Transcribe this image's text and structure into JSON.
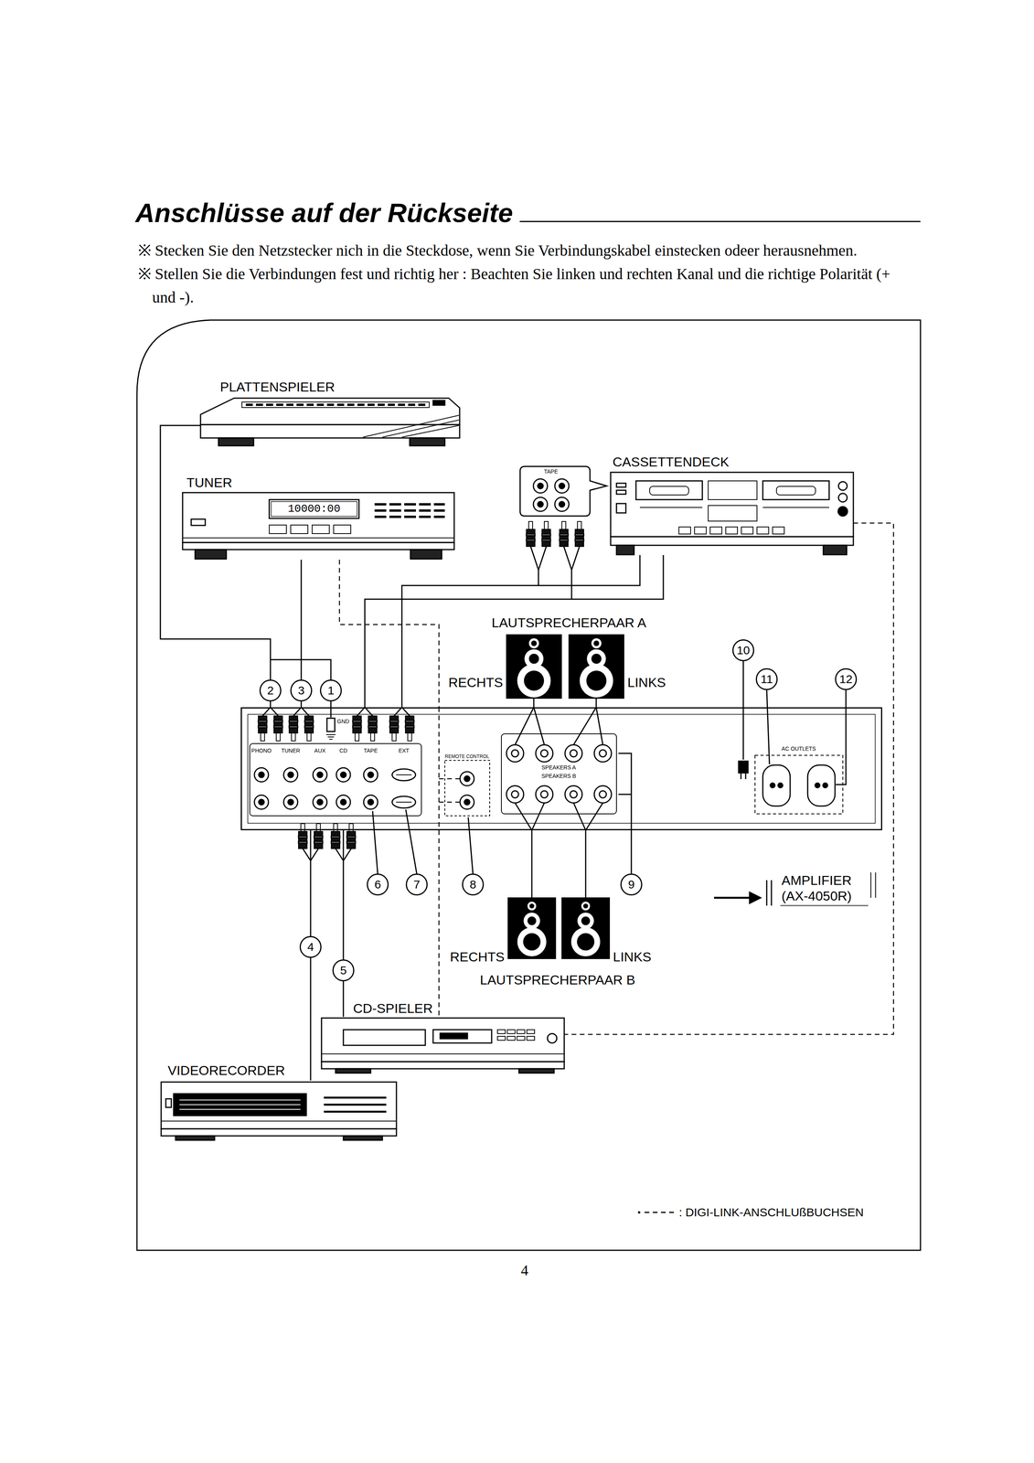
{
  "diagram": {
    "title": "Anschlüsse auf der Rückseite",
    "nodes": [
      {
        "text": [
          "PLATTENSPIELER"
        ]
      },
      {
        "text": [
          "TUNER"
        ]
      },
      {
        "text": [
          "CASSETTENDECK"
        ]
      },
      {
        "text": [
          "RECHTS"
        ]
      },
      {
        "text": [
          "LINKS"
        ]
      },
      {
        "text": [
          "AMPLIFIER (AX-4050R)"
        ]
      },
      {
        "text": [
          "RECHTS"
        ]
      },
      {
        "text": [
          "LINKS"
        ]
      },
      {
        "text": [
          "CD-SPIELER"
        ]
      },
      {
        "text": [
          "VIDEORECORDER"
        ]
      }
    ],
    "edges": [
      {
        "from": 0,
        "to": 5,
        "arrow": "none"
      },
      {
        "from": 1,
        "to": 5,
        "arrow": "none"
      },
      {
        "from": 2,
        "to": 5,
        "arrow": "none"
      },
      {
        "from": 2,
        "to": 5,
        "arrow": "none"
      },
      {
        "from": 3,
        "to": 5,
        "arrow": "none"
      },
      {
        "from": 4,
        "to": 5,
        "arrow": "none"
      },
      {
        "from": 5,
        "to": 6,
        "arrow": "none"
      },
      {
        "from": 5,
        "to": 7,
        "arrow": "none"
      },
      {
        "from": 5,
        "to": 9,
        "arrow": "none"
      },
      {
        "from": 5,
        "to": 8,
        "arrow": "none"
      },
      {
        "from": 1,
        "to": 5,
        "arrow": "none"
      },
      {
        "from": 5,
        "to": 8,
        "arrow": "none"
      },
      {
        "from": 2,
        "to": 8,
        "arrow": "none"
      }
    ],
    "labels": [
      "※ Stecken Sie den Netzstecker nich in die Steckdose, wenn Sie Verbindungskabel einstecken odeer herausnehmen.",
      "※ Stellen Sie die Verbindungen fest und richtig her : Beachten Sie linken und rechten Kanal und die richtige Polarität (+ und -).",
      "LAUTSPRECHERPAAR A",
      "LAUTSPRECHERPAAR B",
      "1",
      "2",
      "3",
      "4",
      "5",
      "6",
      "7",
      "8",
      "9",
      "10",
      "11",
      "12",
      "4",
      "10000:00",
      "TAPE",
      "GND",
      "PHONO",
      "TUNER",
      "AUX",
      "CD",
      "TAPE",
      "EXT",
      "SPEAKERS A",
      "SPEAKERS B",
      "REMOTE CONTROL",
      "AC OUTLETS"
    ],
    "legend": [
      {
        "text": ": DIGI-LINK-ANSCHLUßBUCHSEN"
      }
    ]
  }
}
